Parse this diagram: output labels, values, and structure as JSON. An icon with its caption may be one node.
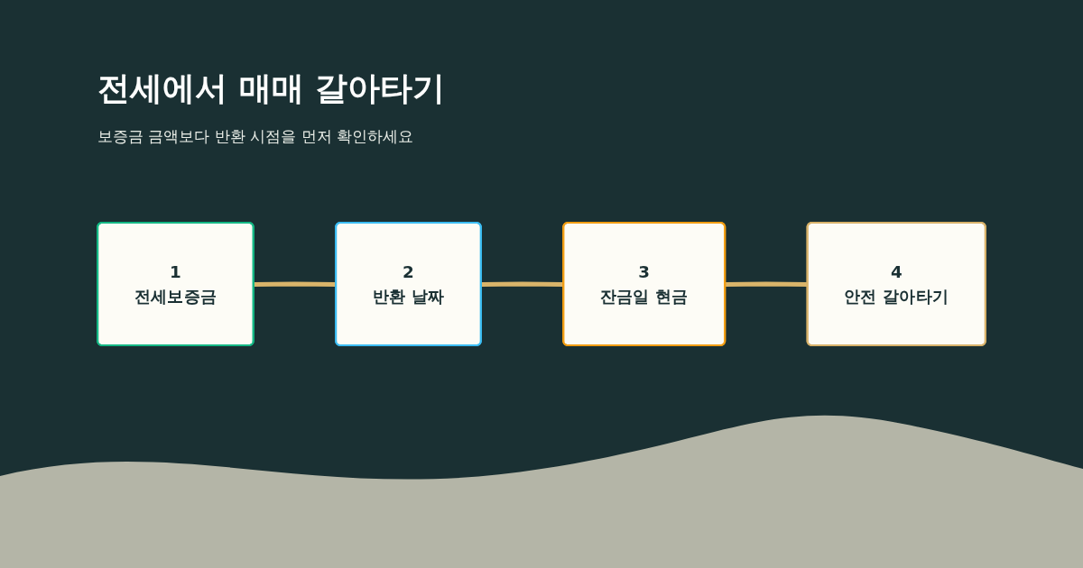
{
  "diagram": {
    "title": "전세에서 매매 갈아타기",
    "caption": "보증금 금액보다 반환 시점을 먼저 확인하세요",
    "nodes": [
      {
        "text": [
          "1",
          "전세보증금"
        ]
      },
      {
        "text": [
          "2",
          "반환 날짜"
        ]
      },
      {
        "text": [
          "3",
          "잔금일 현금"
        ]
      },
      {
        "text": [
          "4",
          "안전 갈아타기"
        ]
      }
    ],
    "edges": [
      {
        "from": 0,
        "to": 1,
        "arrow": "none"
      },
      {
        "from": 1,
        "to": 2,
        "arrow": "none"
      },
      {
        "from": 2,
        "to": 3,
        "arrow": "none"
      }
    ]
  }
}
